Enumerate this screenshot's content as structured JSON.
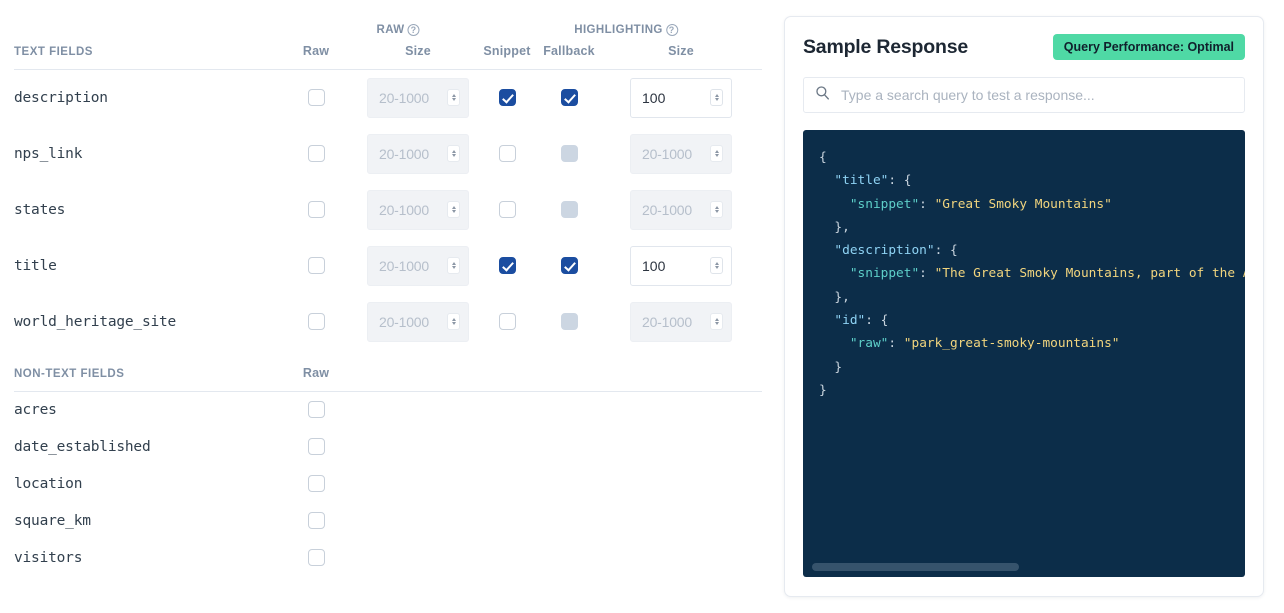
{
  "left": {
    "group_headers": [
      {
        "label": "RAW",
        "help_icon": "question-circle-icon"
      },
      {
        "label": "HIGHLIGHTING",
        "help_icon": "question-circle-icon"
      }
    ],
    "text_section": {
      "section_label": "TEXT FIELDS",
      "columns": [
        "Raw",
        "Size",
        "Snippet",
        "Fallback",
        "Size"
      ],
      "rows": [
        {
          "name": "description",
          "raw": false,
          "raw_size": "",
          "raw_size_placeholder": "20-1000",
          "raw_size_enabled": false,
          "snippet": true,
          "fallback": true,
          "fallback_state": "checked",
          "hl_size": "100",
          "hl_size_placeholder": "20-1000",
          "hl_size_enabled": true
        },
        {
          "name": "nps_link",
          "raw": false,
          "raw_size": "",
          "raw_size_placeholder": "20-1000",
          "raw_size_enabled": false,
          "snippet": false,
          "fallback": false,
          "fallback_state": "disabled",
          "hl_size": "",
          "hl_size_placeholder": "20-1000",
          "hl_size_enabled": false
        },
        {
          "name": "states",
          "raw": false,
          "raw_size": "",
          "raw_size_placeholder": "20-1000",
          "raw_size_enabled": false,
          "snippet": false,
          "fallback": false,
          "fallback_state": "disabled",
          "hl_size": "",
          "hl_size_placeholder": "20-1000",
          "hl_size_enabled": false
        },
        {
          "name": "title",
          "raw": false,
          "raw_size": "",
          "raw_size_placeholder": "20-1000",
          "raw_size_enabled": false,
          "snippet": true,
          "fallback": true,
          "fallback_state": "checked",
          "hl_size": "100",
          "hl_size_placeholder": "20-1000",
          "hl_size_enabled": true
        },
        {
          "name": "world_heritage_site",
          "raw": false,
          "raw_size": "",
          "raw_size_placeholder": "20-1000",
          "raw_size_enabled": false,
          "snippet": false,
          "fallback": false,
          "fallback_state": "disabled",
          "hl_size": "",
          "hl_size_placeholder": "20-1000",
          "hl_size_enabled": false
        }
      ]
    },
    "nontext_section": {
      "section_label": "NON-TEXT FIELDS",
      "columns": [
        "Raw"
      ],
      "rows": [
        {
          "name": "acres",
          "raw": false
        },
        {
          "name": "date_established",
          "raw": false
        },
        {
          "name": "location",
          "raw": false
        },
        {
          "name": "square_km",
          "raw": false
        },
        {
          "name": "visitors",
          "raw": false
        }
      ]
    }
  },
  "right": {
    "title": "Sample Response",
    "badge": "Query Performance: Optimal",
    "badge_color": "#4fd9a5",
    "search": {
      "icon": "search-icon",
      "value": "",
      "placeholder": "Type a search query to test a response..."
    },
    "code": {
      "background": "#0c2d49",
      "lines": [
        {
          "indent": 0,
          "tokens": [
            {
              "t": "{",
              "c": "pun"
            }
          ]
        },
        {
          "indent": 1,
          "tokens": [
            {
              "t": "\"title\"",
              "c": "k1"
            },
            {
              "t": ": {",
              "c": "pun"
            }
          ]
        },
        {
          "indent": 2,
          "tokens": [
            {
              "t": "\"snippet\"",
              "c": "k2"
            },
            {
              "t": ": ",
              "c": "pun"
            },
            {
              "t": "\"Great Smoky Mountains\"",
              "c": "str"
            }
          ]
        },
        {
          "indent": 1,
          "tokens": [
            {
              "t": "},",
              "c": "pun"
            }
          ]
        },
        {
          "indent": 1,
          "tokens": [
            {
              "t": "\"description\"",
              "c": "k1"
            },
            {
              "t": ": {",
              "c": "pun"
            }
          ]
        },
        {
          "indent": 2,
          "tokens": [
            {
              "t": "\"snippet\"",
              "c": "k2"
            },
            {
              "t": ": ",
              "c": "pun"
            },
            {
              "t": "\"The Great Smoky Mountains, part of the Appalachian\"",
              "c": "str"
            }
          ]
        },
        {
          "indent": 1,
          "tokens": [
            {
              "t": "},",
              "c": "pun"
            }
          ]
        },
        {
          "indent": 1,
          "tokens": [
            {
              "t": "\"id\"",
              "c": "k1"
            },
            {
              "t": ": {",
              "c": "pun"
            }
          ]
        },
        {
          "indent": 2,
          "tokens": [
            {
              "t": "\"raw\"",
              "c": "k2"
            },
            {
              "t": ": ",
              "c": "pun"
            },
            {
              "t": "\"park_great-smoky-mountains\"",
              "c": "str"
            }
          ]
        },
        {
          "indent": 1,
          "tokens": [
            {
              "t": "}",
              "c": "pun"
            }
          ]
        },
        {
          "indent": 0,
          "tokens": [
            {
              "t": "}",
              "c": "pun"
            }
          ]
        }
      ]
    }
  }
}
